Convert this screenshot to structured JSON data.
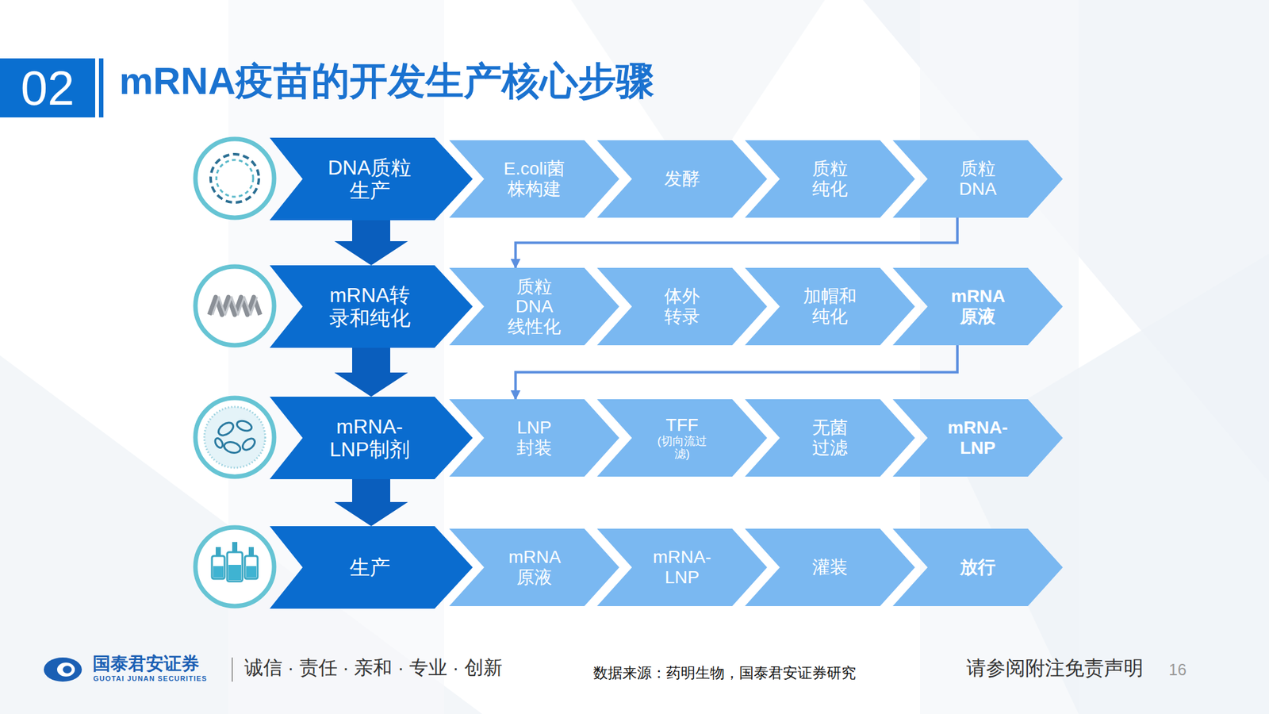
{
  "diagram": {
    "title": "mRNA疫苗的开发生产核心步骤",
    "nodes": [
      {
        "text": [
          "DNA质粒 生产"
        ]
      },
      {
        "text": [
          "E.coli菌 株构建"
        ]
      },
      {
        "text": [
          "发酵"
        ]
      },
      {
        "text": [
          "质粒 纯化"
        ]
      },
      {
        "text": [
          "质粒 DNA"
        ]
      },
      {
        "text": [
          "mRNA转 录和纯化"
        ]
      },
      {
        "text": [
          "质粒 DNA 线性化"
        ]
      },
      {
        "text": [
          "体外 转录"
        ]
      },
      {
        "text": [
          "加帽和 纯化"
        ]
      },
      {
        "text": [
          "mRNA 原液"
        ]
      },
      {
        "text": [
          "mRNA- LNP制剂"
        ]
      },
      {
        "text": [
          "LNP 封装"
        ]
      },
      {
        "text": [
          "TFF",
          "(切向流过 滤)"
        ]
      },
      {
        "text": [
          "无菌 过滤"
        ]
      },
      {
        "text": [
          "mRNA- LNP"
        ]
      },
      {
        "text": [
          "生产"
        ]
      },
      {
        "text": [
          "mRNA 原液"
        ]
      },
      {
        "text": [
          "mRNA- LNP"
        ]
      },
      {
        "text": [
          "灌装"
        ]
      },
      {
        "text": [
          "放行"
        ]
      }
    ],
    "edges": [
      {
        "from": 0,
        "to": 5,
        "arrow": "to"
      },
      {
        "from": 5,
        "to": 10,
        "arrow": "to"
      },
      {
        "from": 10,
        "to": 15,
        "arrow": "to"
      },
      {
        "from": 4,
        "to": 6,
        "arrow": "to"
      },
      {
        "from": 9,
        "to": 11,
        "arrow": "to"
      }
    ],
    "labels": [
      "02",
      "国泰君安证券",
      "GUOTAI JUNAN SECURITIES",
      "诚信 · 责任 · 亲和 · 专业 · 创新",
      "数据来源：药明生物，国泰君安证券研究",
      "请参阅附注免责声明",
      "16"
    ]
  }
}
